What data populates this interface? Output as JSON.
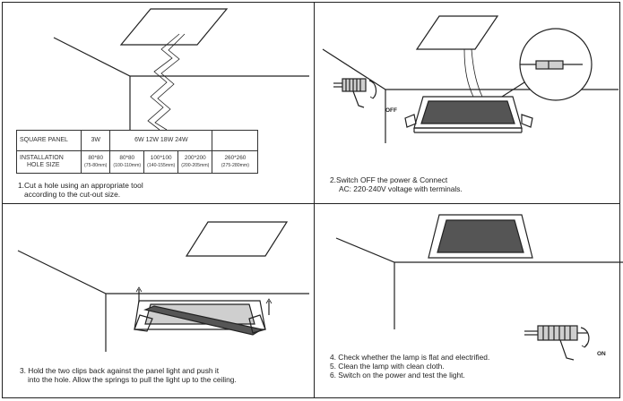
{
  "table": {
    "header": [
      "SQUARE PANEL",
      "3W",
      "6W 12W 18W 24W"
    ],
    "row_label": [
      "INSTALLATION",
      "HOLE SIZE"
    ],
    "cells": [
      {
        "main": "80*80",
        "sub": "(75-80mm)"
      },
      {
        "main": "80*80",
        "sub": "(100-110mm)"
      },
      {
        "main": "100*100",
        "sub": "(140-155mm)"
      },
      {
        "main": "200*200",
        "sub": "(200-205mm)"
      },
      {
        "main": "260*260",
        "sub": "(275-280mm)"
      }
    ]
  },
  "steps": {
    "s1": [
      "1.Cut a hole using an appropriate tool",
      "according to the cut-out size."
    ],
    "s2": [
      "2.Switch OFF the power & Connect",
      "AC: 220-240V voltage with terminals."
    ],
    "s3": [
      "3. Hold the two clips back against the panel light and push it",
      "into the hole. Allow the springs to pull the light up to the ceiling."
    ],
    "s4": [
      "4. Check whether the lamp is flat and electrified.",
      "5. Clean the lamp with clean cloth.",
      "6. Switch on the power and test the light."
    ]
  },
  "labels": {
    "off": "OFF",
    "on": "ON"
  }
}
